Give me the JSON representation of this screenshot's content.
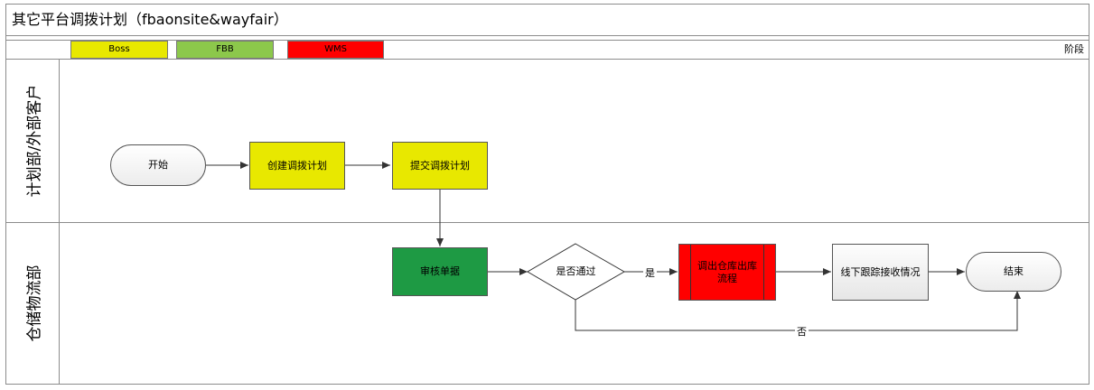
{
  "title": "其它平台调拨计划（fbaonsite&wayfair）",
  "legend": [
    {
      "label": "Boss",
      "color": "#e8e800"
    },
    {
      "label": "FBB",
      "color": "#8cc84b"
    },
    {
      "label": "WMS",
      "color": "#ff0000"
    }
  ],
  "stage_label": "阶段",
  "lanes": [
    {
      "label": "计划部/外部客户"
    },
    {
      "label": "仓储物流部"
    }
  ],
  "nodes": {
    "start": "开始",
    "create_plan": "创建调拨计划",
    "submit_plan": "提交调拨计划",
    "review": "审核单据",
    "decision": "是否通过",
    "wms_process": "调出仓库出库流程",
    "offline_track": "线下跟踪接收情况",
    "end": "结束"
  },
  "edge_labels": {
    "yes": "是",
    "no": "否"
  }
}
